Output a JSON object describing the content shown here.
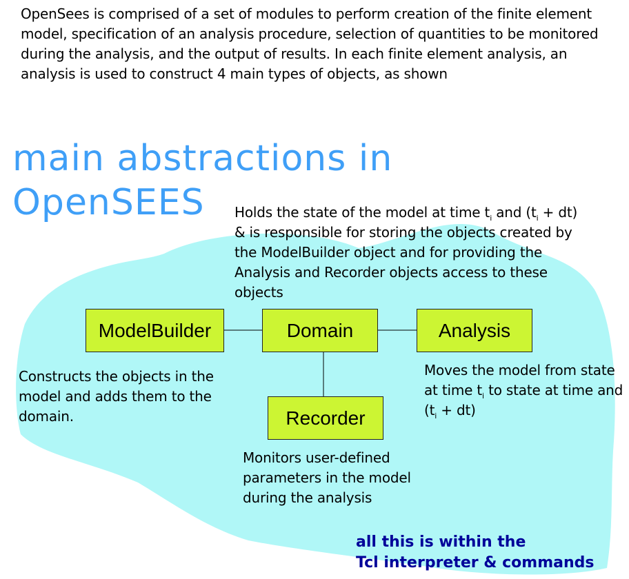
{
  "intro": "OpenSees is comprised of a set of modules to perform creation of the finite element model, specification of an analysis procedure, selection of quantities to be monitored during the analysis, and the output of results. In each finite element analysis, an analysis is used to construct 4 main types of objects, as shown",
  "title": {
    "line1": "main abstractions in",
    "line2": "OpenSEES"
  },
  "boxes": {
    "modelbuilder": "ModelBuilder",
    "domain": "Domain",
    "analysis": "Analysis",
    "recorder": "Recorder"
  },
  "notes": {
    "domain": {
      "p1": "Holds the state of the model at time t",
      "sub1": "i",
      "p2": " and (t",
      "sub2": "i",
      "p3": " + dt) & is responsible for storing the objects created by the ModelBuilder object and for providing the Analysis and Recorder objects access to these objects"
    },
    "modelbuilder": "Constructs the objects in the model and adds them to the domain.",
    "analysis": {
      "p1": "Moves the model from state at time t",
      "sub1": "i",
      "p2": "  to state at time and (t",
      "sub2": "i",
      "p3": " + dt)"
    },
    "recorder": "Monitors user-defined parameters in the model during the analysis"
  },
  "footer": {
    "line1": "all this is within the",
    "line2": "Tcl interpreter & commands"
  },
  "colors": {
    "title": "#3f9ff7",
    "blob": "#b0f7f7",
    "box": "#ccf533",
    "footer": "#000099"
  }
}
